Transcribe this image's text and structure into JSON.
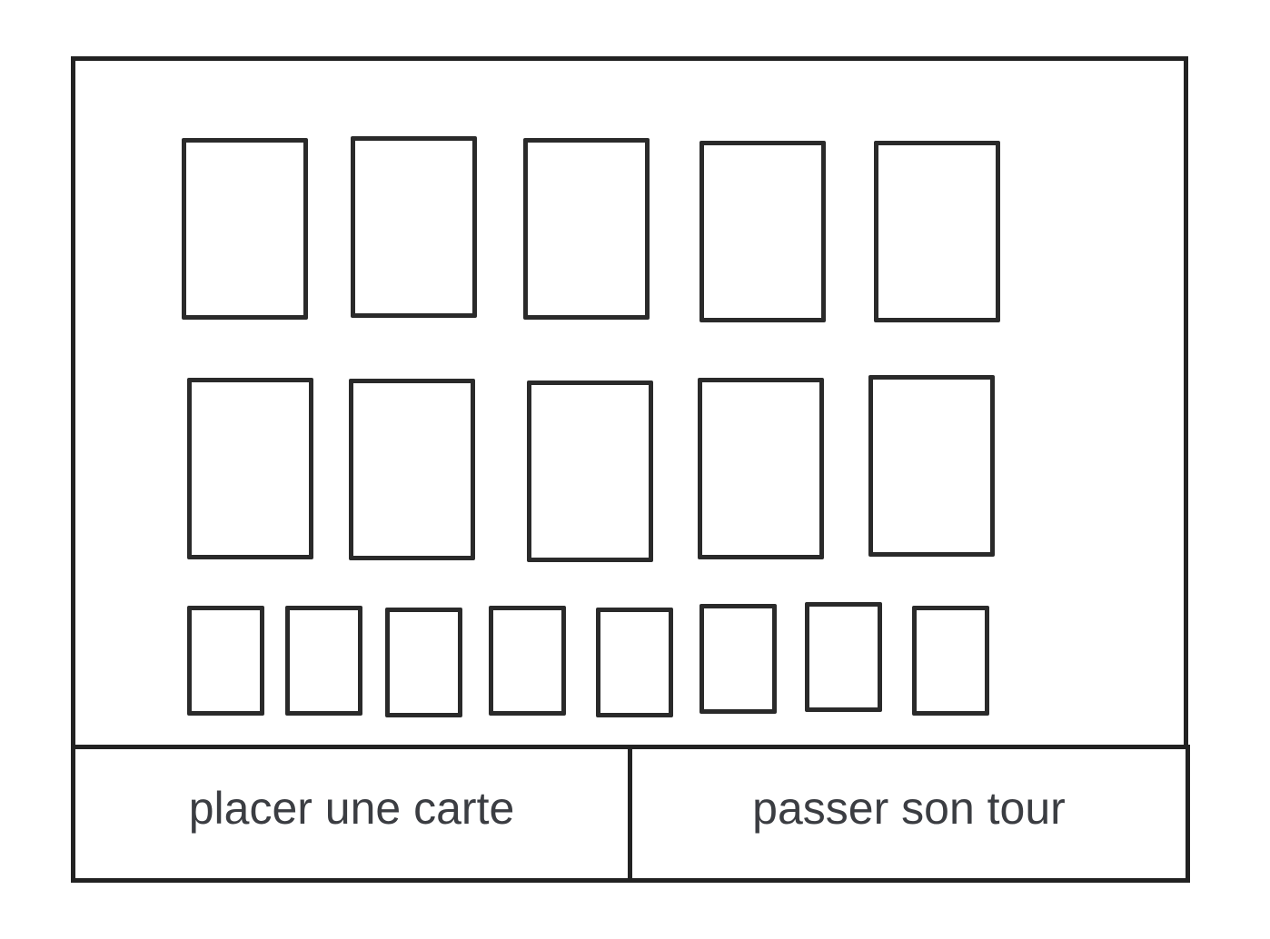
{
  "board": {
    "row_1_card_count": 5,
    "row_2_card_count": 5,
    "hand_card_count": 8
  },
  "actions": {
    "place_card_label": "placer une carte",
    "pass_turn_label": "passer son tour"
  }
}
